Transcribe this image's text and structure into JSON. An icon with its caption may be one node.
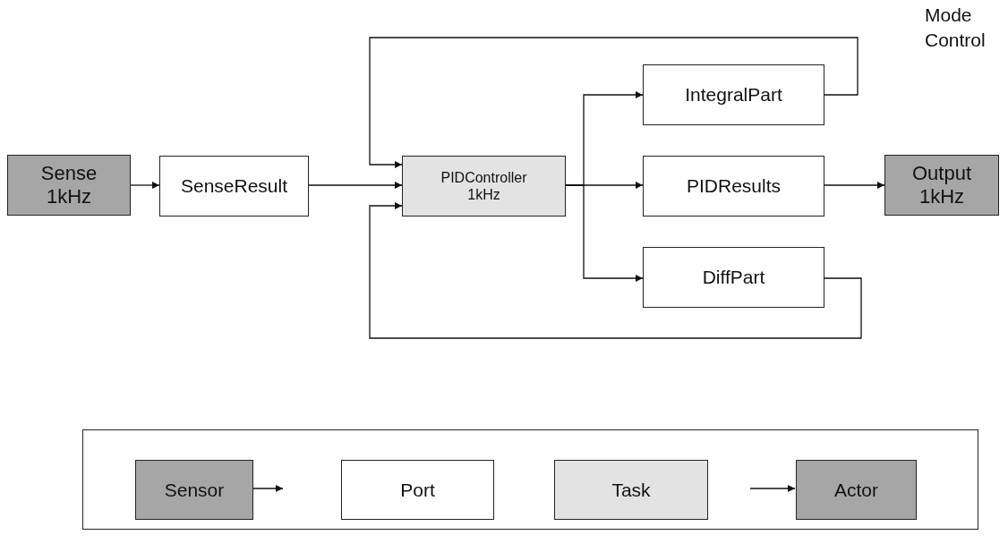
{
  "diagram": {
    "nodes": [
      {
        "text": [
          "Sense 1kHz"
        ]
      },
      {
        "text": [
          "SenseResult"
        ]
      },
      {
        "text": [
          "PIDController 1kHz"
        ]
      },
      {
        "text": [
          "IntegralPart"
        ]
      },
      {
        "text": [
          "PIDResults"
        ]
      },
      {
        "text": [
          "DiffPart"
        ]
      },
      {
        "text": [
          "Output 1kHz"
        ]
      },
      {
        "text": [],
        "shape": "box"
      },
      {
        "text": [
          "Sensor"
        ],
        "in": 7
      },
      {
        "text": [
          "Port"
        ],
        "in": 7
      },
      {
        "text": [
          "Task"
        ],
        "in": 7
      },
      {
        "text": [
          "Actor"
        ],
        "in": 7
      }
    ],
    "edges": [
      {
        "from": 0,
        "to": 1,
        "arrow": "to"
      },
      {
        "from": 1,
        "to": 2,
        "arrow": "to"
      },
      {
        "from": 2,
        "to": 3,
        "arrow": "to"
      },
      {
        "from": 2,
        "to": 4,
        "arrow": "to"
      },
      {
        "from": 2,
        "to": 5,
        "arrow": "to"
      },
      {
        "from": 3,
        "to": 2,
        "arrow": "to"
      },
      {
        "from": 5,
        "to": 2,
        "arrow": "to"
      },
      {
        "from": 4,
        "to": 6,
        "arrow": "to"
      },
      {
        "from": 8,
        "to": null,
        "arrow": "to"
      },
      {
        "from": null,
        "to": 11,
        "arrow": "to"
      }
    ],
    "labels": [
      "Mode Control"
    ]
  }
}
